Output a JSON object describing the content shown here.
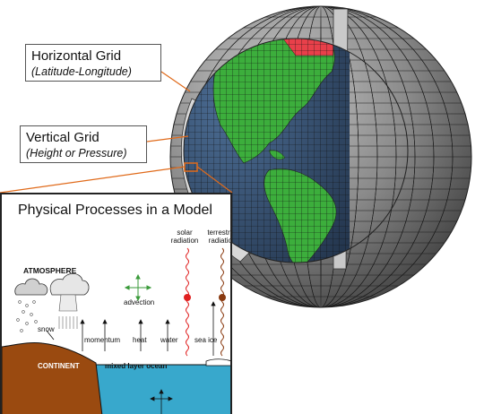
{
  "labels": {
    "horizontal_grid": "Horizontal Grid",
    "horizontal_grid_sub": "(Latitude-Longitude)",
    "vertical_grid": "Vertical Grid",
    "vertical_grid_sub": "(Height or Pressure)"
  },
  "panel": {
    "title": "Physical Processes in a Model",
    "atmosphere": "ATMOSPHERE",
    "solar_radiation": "solar radiation",
    "terrestrial_radiation": "terrestrial radiation",
    "advection": "advection",
    "snow": "snow",
    "momentum": "momentum",
    "heat": "heat",
    "water": "water",
    "sea_ice": "sea ice",
    "continent": "CONTINENT",
    "mixed_layer_ocean": "mixed layer ocean"
  },
  "colors": {
    "ocean": "#3a5a80",
    "land": "#3cae3c",
    "grid_shell": "#7a7a7a",
    "highlight_cells": "#e8404a",
    "continent": "#9a4a10",
    "sea": "#38a8cc",
    "sun_dot": "#e02020",
    "terrestrial_dot": "#8a3a10",
    "advection_arrow": "#3a9a3a"
  }
}
